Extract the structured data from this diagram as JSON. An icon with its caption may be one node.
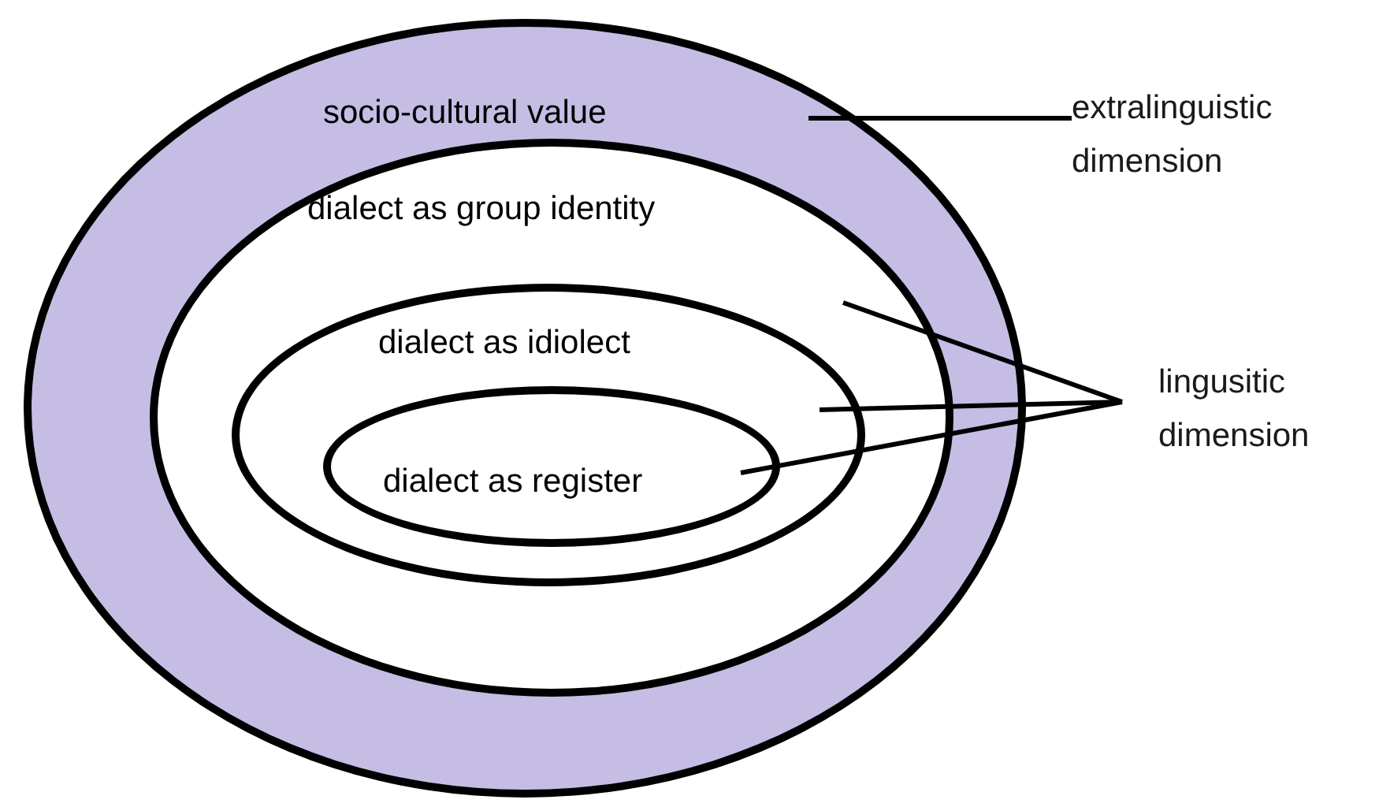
{
  "diagram": {
    "nodes": [
      {
        "text": [
          "socio-cultural value"
        ]
      },
      {
        "text": [
          "dialect as group identity"
        ],
        "in": 0
      },
      {
        "text": [
          "dialect as idiolect"
        ],
        "in": 1
      },
      {
        "text": [
          "dialect as register"
        ],
        "in": 2
      },
      {
        "text": [
          "extralinguistic dimension"
        ]
      },
      {
        "text": [
          "lingusitic dimension"
        ]
      }
    ],
    "edges": [
      {
        "from": 4,
        "to": 0,
        "arrow": "none"
      },
      {
        "from": 5,
        "to": 1,
        "arrow": "none"
      },
      {
        "from": 5,
        "to": 2,
        "arrow": "none"
      },
      {
        "from": 5,
        "to": 3,
        "arrow": "none"
      }
    ]
  }
}
